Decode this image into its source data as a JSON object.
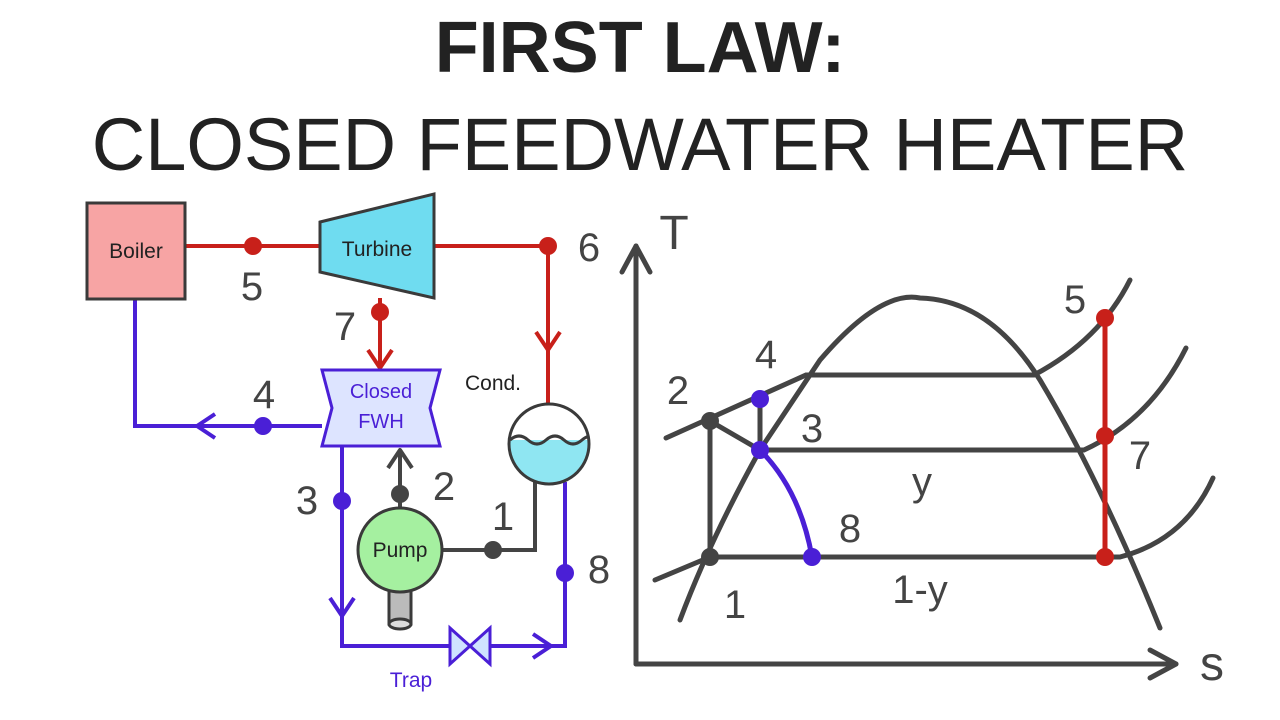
{
  "title": {
    "line1": "FIRST LAW:",
    "line2": "CLOSED FEEDWATER HEATER"
  },
  "schematic": {
    "components": {
      "boiler": "Boiler",
      "turbine": "Turbine",
      "closed_fwh_line1": "Closed",
      "closed_fwh_line2": "FWH",
      "condenser": "Cond.",
      "pump": "Pump",
      "trap": "Trap"
    },
    "states": {
      "s1": "1",
      "s2": "2",
      "s3": "3",
      "s4": "4",
      "s5": "5",
      "s6": "6",
      "s7": "7",
      "s8": "8"
    },
    "colors": {
      "steam_line": "#c8201a",
      "feedwater_line": "#4a1fd6",
      "pump_line": "#444444",
      "boiler_fill": "#f7a4a4",
      "turbine_fill": "#6fdcf0",
      "fwh_fill": "#dde4ff",
      "pump_fill": "#a5f0a0",
      "condenser_water": "#8fe6f2"
    }
  },
  "ts_diagram": {
    "axes": {
      "y_label": "T",
      "x_label": "s"
    },
    "state_labels": {
      "s1": "1",
      "s2": "2",
      "s3": "3",
      "s4": "4",
      "s5": "5",
      "s7": "7",
      "s8": "8"
    },
    "region_labels": {
      "upper": "y",
      "lower": "1-y"
    }
  }
}
